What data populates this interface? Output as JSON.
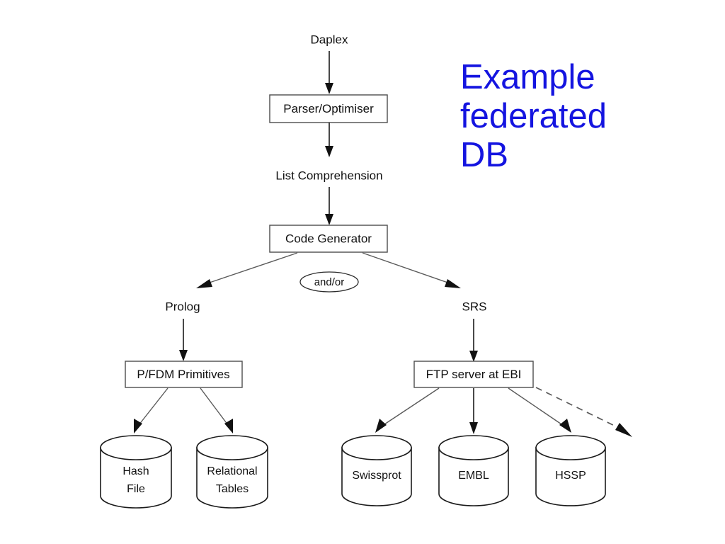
{
  "slide": {
    "title": "Example\nfederated\nDB",
    "title_color": "#1414e0",
    "background_color": "#ffffff"
  },
  "diagram": {
    "type": "flowchart",
    "name": "federated-database-architecture",
    "top_label": "Daplex",
    "intermediate_label": "List Comprehension",
    "branch_tag": "and/or",
    "branch_left_label": "Prolog",
    "branch_right_label": "SRS",
    "boxes": [
      {
        "id": "parser",
        "label": "Parser/Optimiser"
      },
      {
        "id": "codegen",
        "label": "Code Generator"
      },
      {
        "id": "pfdm",
        "label": "P/FDM Primitives"
      },
      {
        "id": "ftp",
        "label": "FTP server at EBI"
      }
    ],
    "cylinders": [
      {
        "id": "hash-file",
        "label_line1": "Hash",
        "label_line2": "File"
      },
      {
        "id": "relational-tables",
        "label_line1": "Relational",
        "label_line2": "Tables"
      },
      {
        "id": "swissprot",
        "label_line1": "Swissprot",
        "label_line2": ""
      },
      {
        "id": "embl",
        "label_line1": "EMBL",
        "label_line2": ""
      },
      {
        "id": "hssp",
        "label_line1": "HSSP",
        "label_line2": ""
      }
    ],
    "edges": [
      {
        "from": "Daplex",
        "to": "Parser/Optimiser",
        "style": "solid"
      },
      {
        "from": "Parser/Optimiser",
        "to": "List Comprehension",
        "style": "solid"
      },
      {
        "from": "List Comprehension",
        "to": "Code Generator",
        "style": "solid"
      },
      {
        "from": "Code Generator",
        "to": "Prolog",
        "style": "solid"
      },
      {
        "from": "Code Generator",
        "to": "SRS",
        "style": "solid"
      },
      {
        "from": "Prolog",
        "to": "P/FDM Primitives",
        "style": "solid"
      },
      {
        "from": "SRS",
        "to": "FTP server at EBI",
        "style": "solid"
      },
      {
        "from": "P/FDM Primitives",
        "to": "Hash File",
        "style": "solid"
      },
      {
        "from": "P/FDM Primitives",
        "to": "Relational Tables",
        "style": "solid"
      },
      {
        "from": "FTP server at EBI",
        "to": "Swissprot",
        "style": "solid"
      },
      {
        "from": "FTP server at EBI",
        "to": "EMBL",
        "style": "solid"
      },
      {
        "from": "FTP server at EBI",
        "to": "HSSP",
        "style": "solid"
      },
      {
        "from": "FTP server at EBI",
        "to": "",
        "style": "dashed"
      }
    ]
  }
}
